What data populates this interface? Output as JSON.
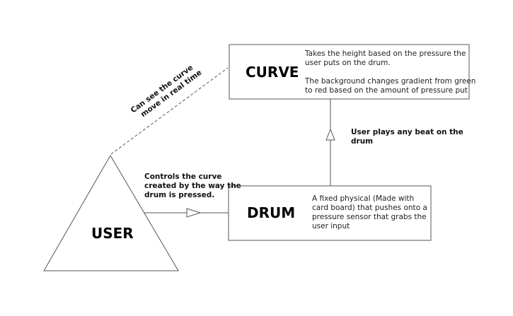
{
  "nodes": {
    "curve": {
      "title": "CURVE",
      "description": [
        "Takes the height based on the pressure the",
        "user puts on the drum.",
        "",
        "The background changes gradient from green",
        "to red based on the amount of pressure put"
      ]
    },
    "drum": {
      "title": "DRUM",
      "description": [
        "A fixed physical (Made with",
        "card board) that pushes onto a",
        "pressure sensor that grabs the",
        "user input"
      ]
    },
    "user": {
      "title": "USER"
    }
  },
  "edges": {
    "user_to_drum": {
      "label": [
        "Controls the curve",
        "created by the way the",
        "drum is pressed."
      ]
    },
    "drum_to_curve": {
      "label": [
        "User plays any beat on the",
        "drum"
      ]
    },
    "user_to_curve": {
      "label": [
        "Can see the curve",
        "move in real time"
      ]
    }
  },
  "colors": {
    "stroke": "#555555",
    "background": "#ffffff"
  }
}
